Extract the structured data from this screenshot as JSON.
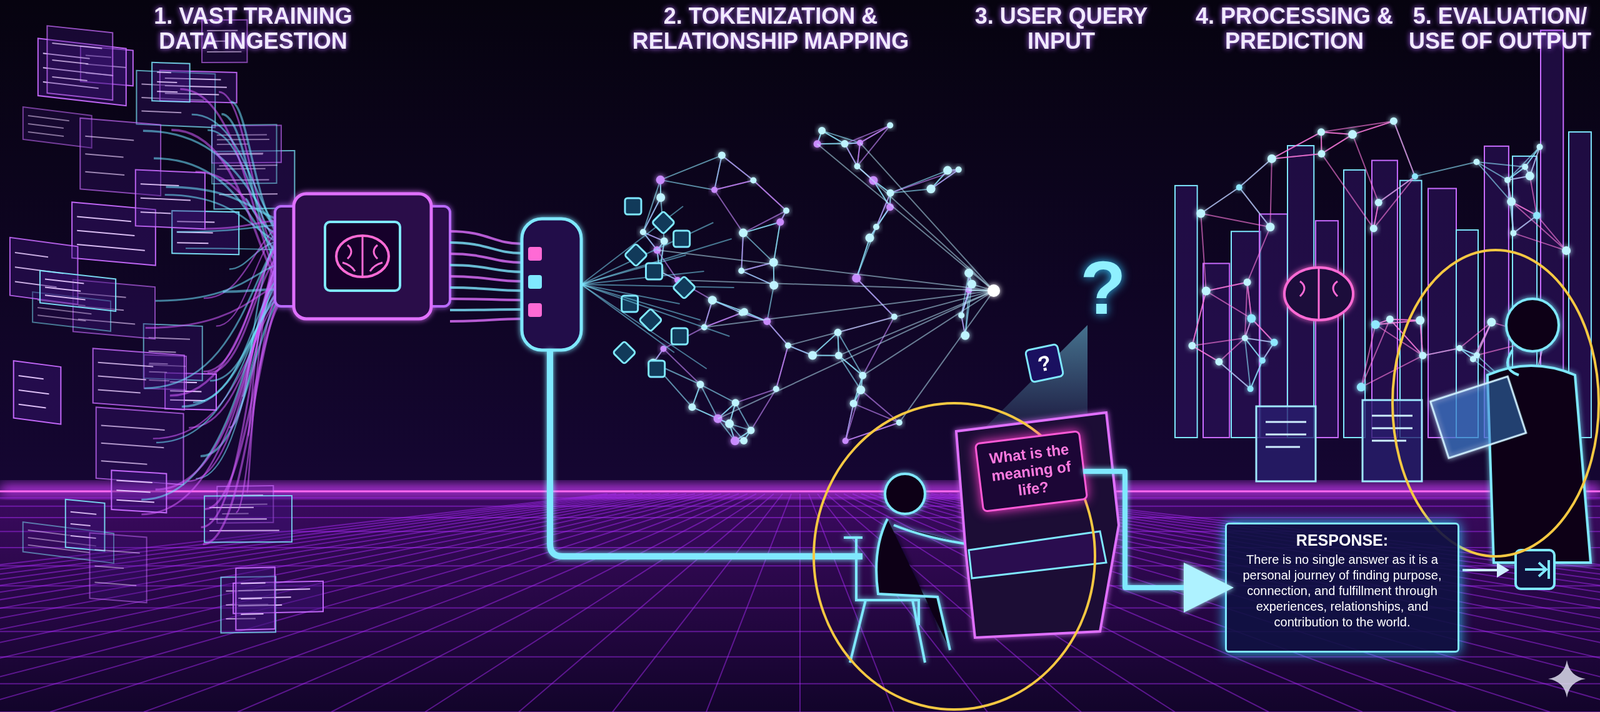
{
  "diagram": {
    "nodes": [
      {
        "text": [
          "What is the meaning of life?"
        ]
      },
      {
        "text": [
          "RESPONSE:",
          "There is no single answer as it is a personal journey of finding purpose, connection, and fulfillment through experiences, relationships, and contribution to the world."
        ]
      }
    ],
    "edges": [
      {
        "from": 0,
        "to": 1,
        "arrow": "to"
      }
    ],
    "labels": [
      "1. VAST TRAINING DATA INGESTION",
      "2. TOKENIZATION & RELATIONSHIP MAPPING",
      "3. USER QUERY INPUT",
      "4. PROCESSING & PREDICTION",
      "5. EVALUATION/ USE OF OUTPUT",
      "?",
      "?"
    ]
  }
}
